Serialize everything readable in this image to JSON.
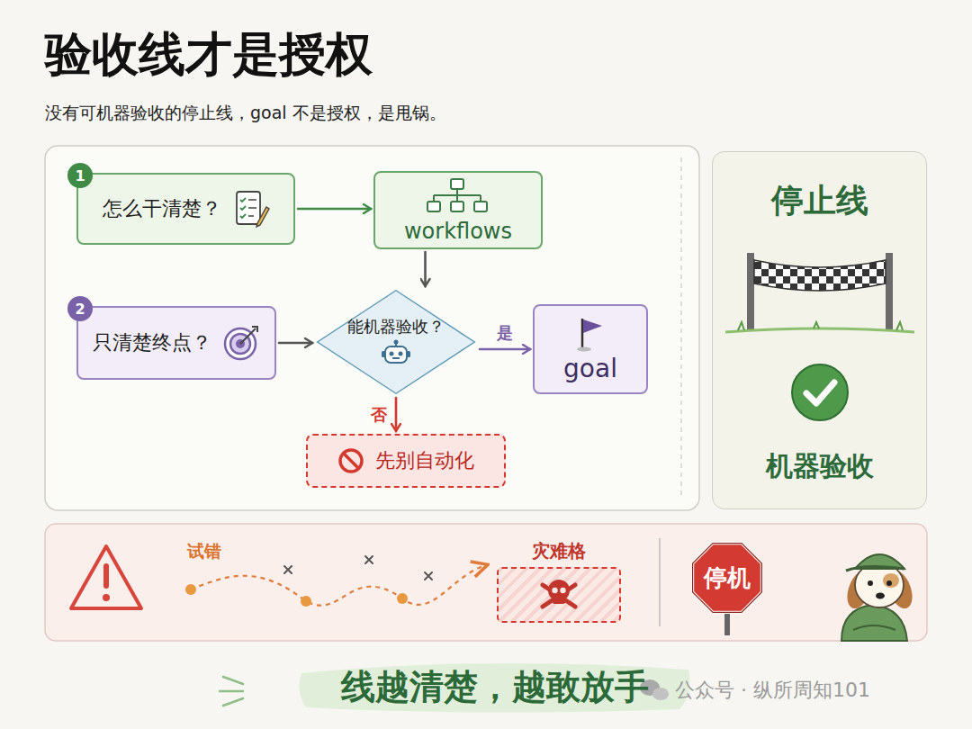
{
  "diagram": {
    "title": "验收线才是授权",
    "caption": "线越清楚，越敢放手",
    "nodes": [
      {
        "text": [
          "怎么干清楚？"
        ]
      },
      {
        "text": [
          "workflows"
        ]
      },
      {
        "text": [
          "只清楚终点？"
        ]
      },
      {
        "text": [
          "能机器验收？"
        ]
      },
      {
        "text": [
          "goal"
        ]
      },
      {
        "text": [
          "先别自动化"
        ]
      },
      {
        "text": [
          "停止线",
          "机器验收"
        ]
      },
      {
        "text": [
          "灾难格"
        ]
      },
      {
        "text": [
          "停机"
        ]
      }
    ],
    "edges": [
      {
        "from": 0,
        "to": 1,
        "arrow": "to"
      },
      {
        "from": 1,
        "to": 3,
        "arrow": "to"
      },
      {
        "from": 2,
        "to": 3,
        "arrow": "to"
      },
      {
        "from": 3,
        "to": 4,
        "label": "是",
        "arrow": "to"
      },
      {
        "from": 3,
        "to": 5,
        "label": "否",
        "arrow": "to"
      }
    ],
    "labels": [
      "没有可机器验收的停止线，goal 不是授权，是甩锅。",
      "1",
      "2",
      "试错",
      "公众号 · 纵所周知101"
    ]
  }
}
